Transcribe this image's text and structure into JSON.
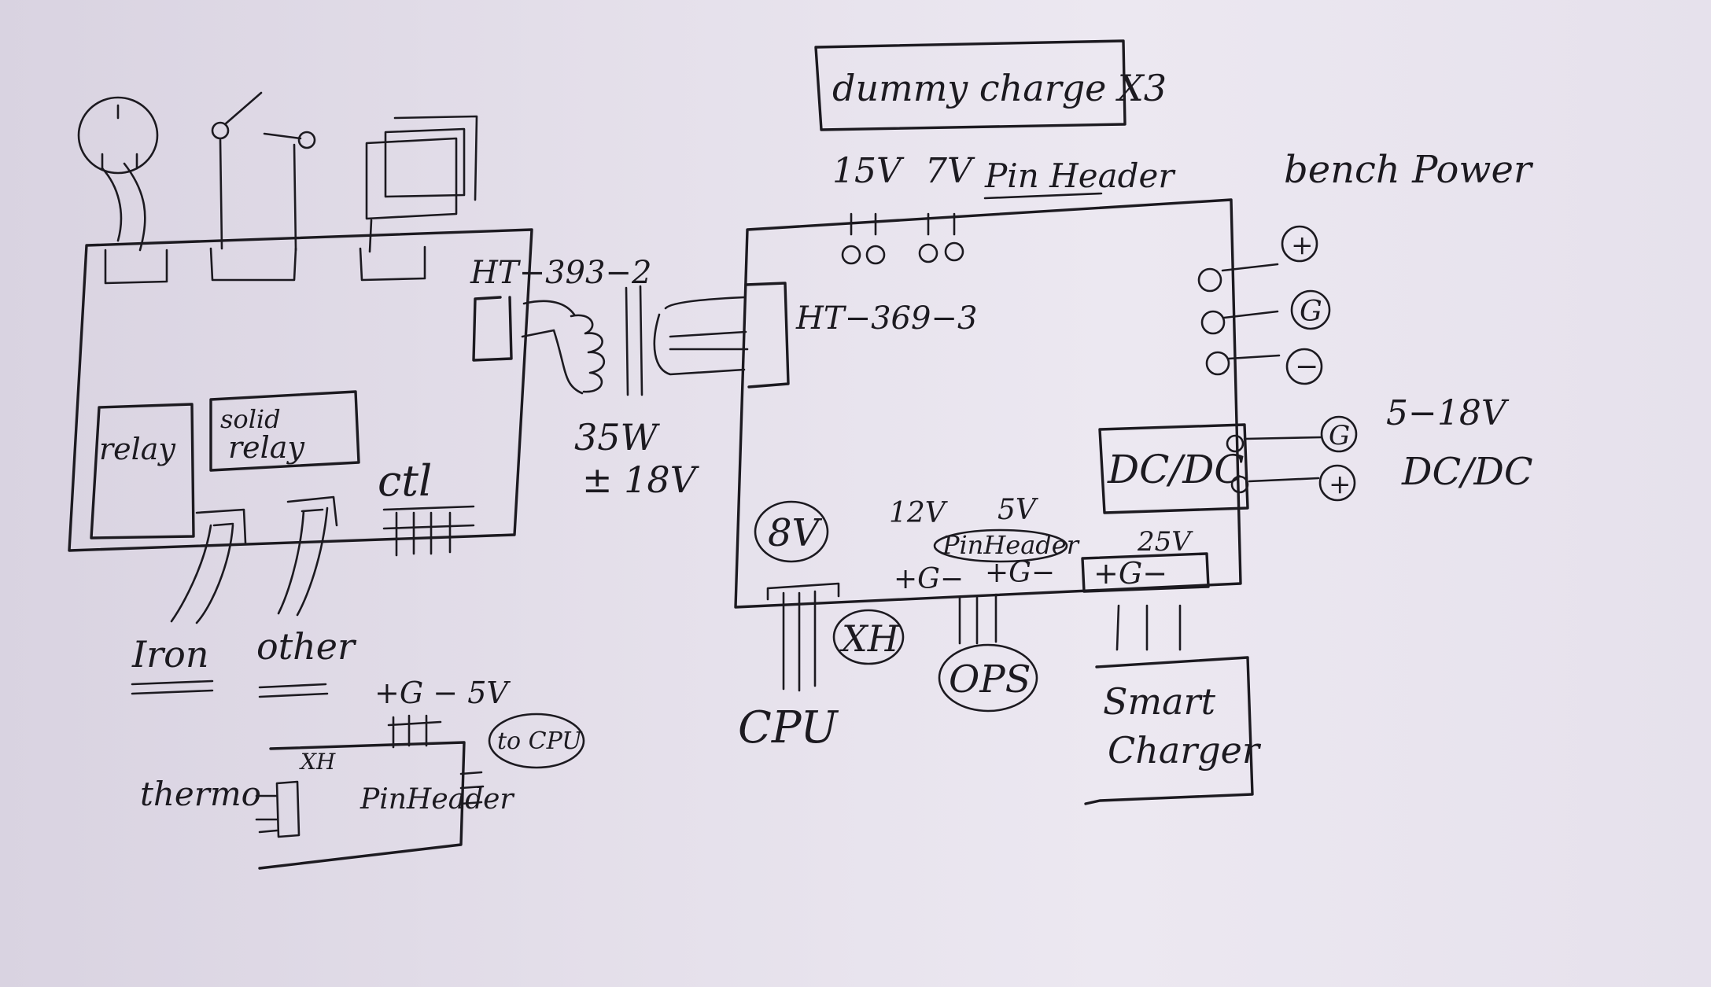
{
  "labels": {
    "dummy_charge": "dummy charge X3",
    "v15": "15V",
    "v7": "7V",
    "pin_header_top": "Pin Header",
    "bench_power": "bench Power",
    "plus_sym": "+",
    "g_sym": "G",
    "minus_sym": "−",
    "v5_18": "5−18V",
    "dcdc_outer": "DC/DC",
    "dcdc_box": "DC/DC",
    "ht393": "HT−393−2",
    "ht369": "HT−369−3",
    "w35": "35W",
    "pm18": "± 18V",
    "relay": "relay",
    "solid_relay_1": "solid",
    "solid_relay_2": "relay",
    "ctl": "ctl",
    "iron": "Iron",
    "other": "other",
    "thermo_pins": "+G − 5V",
    "thermo": "thermo",
    "xh_small": "XH",
    "pin_header_thermo": "PinHeader",
    "to_cpu": "to CPU",
    "v8": "8V",
    "xh": "XH",
    "cpu": "CPU",
    "v12": "12V",
    "v5": "5V",
    "pin_header_mid": "PinHeader",
    "pins_mid_left": "+G−",
    "pins_mid_right": "+G−",
    "v25": "25V",
    "pins_smart": "+G−",
    "ops": "OPS",
    "smart_1": "Smart",
    "smart_2": "Charger"
  }
}
